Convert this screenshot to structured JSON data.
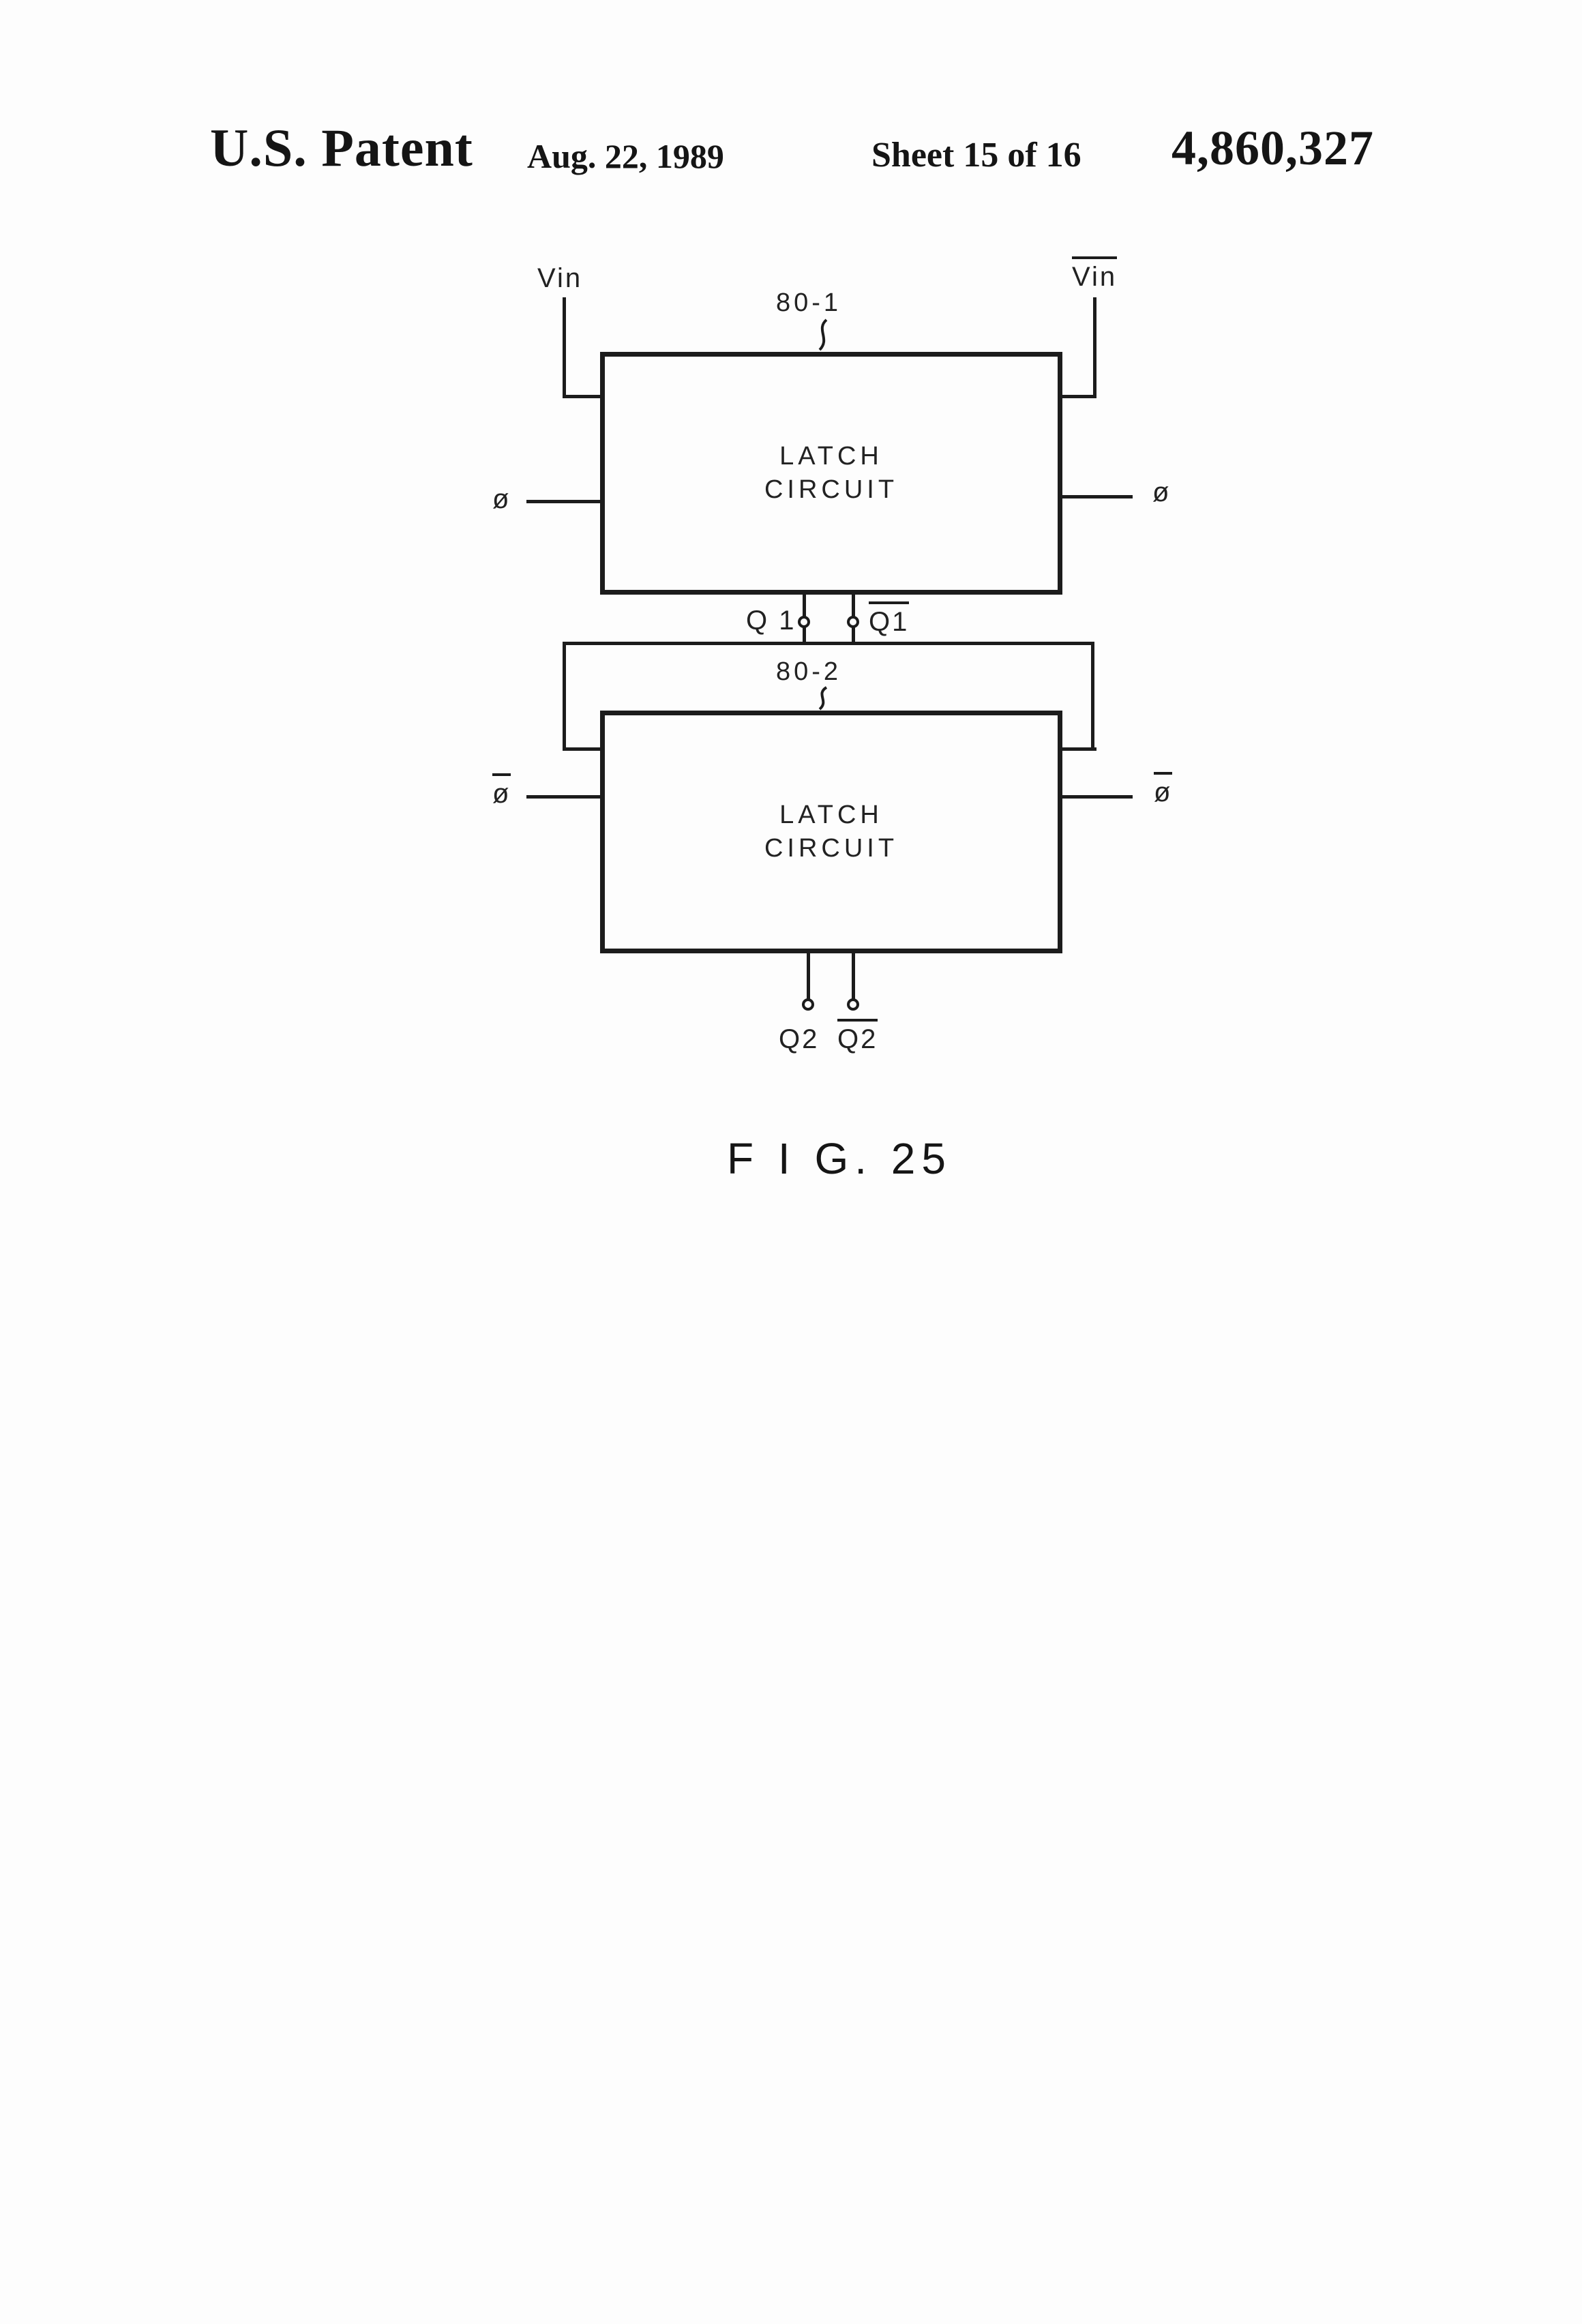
{
  "header": {
    "title": "U.S. Patent",
    "date": "Aug. 22, 1989",
    "sheet": "Sheet 15 of 16",
    "patent_number": "4,860,327"
  },
  "figure": {
    "caption": "F I G.  25",
    "ink_color": "#1c1c1c",
    "blocks": {
      "latch1": {
        "ref": "80-1",
        "label_line1": "LATCH",
        "label_line2": "CIRCUIT"
      },
      "latch2": {
        "ref": "80-2",
        "label_line1": "LATCH",
        "label_line2": "CIRCUIT"
      }
    },
    "signals": {
      "vin": "Vin",
      "vin_bar": "Vin",
      "phi_left": "ø",
      "phi_right": "ø",
      "phi_bar_left": "ø",
      "phi_bar_right": "ø",
      "q1": "Q 1",
      "q1_bar": "Q1",
      "q2": "Q2",
      "q2_bar": "Q2"
    }
  }
}
